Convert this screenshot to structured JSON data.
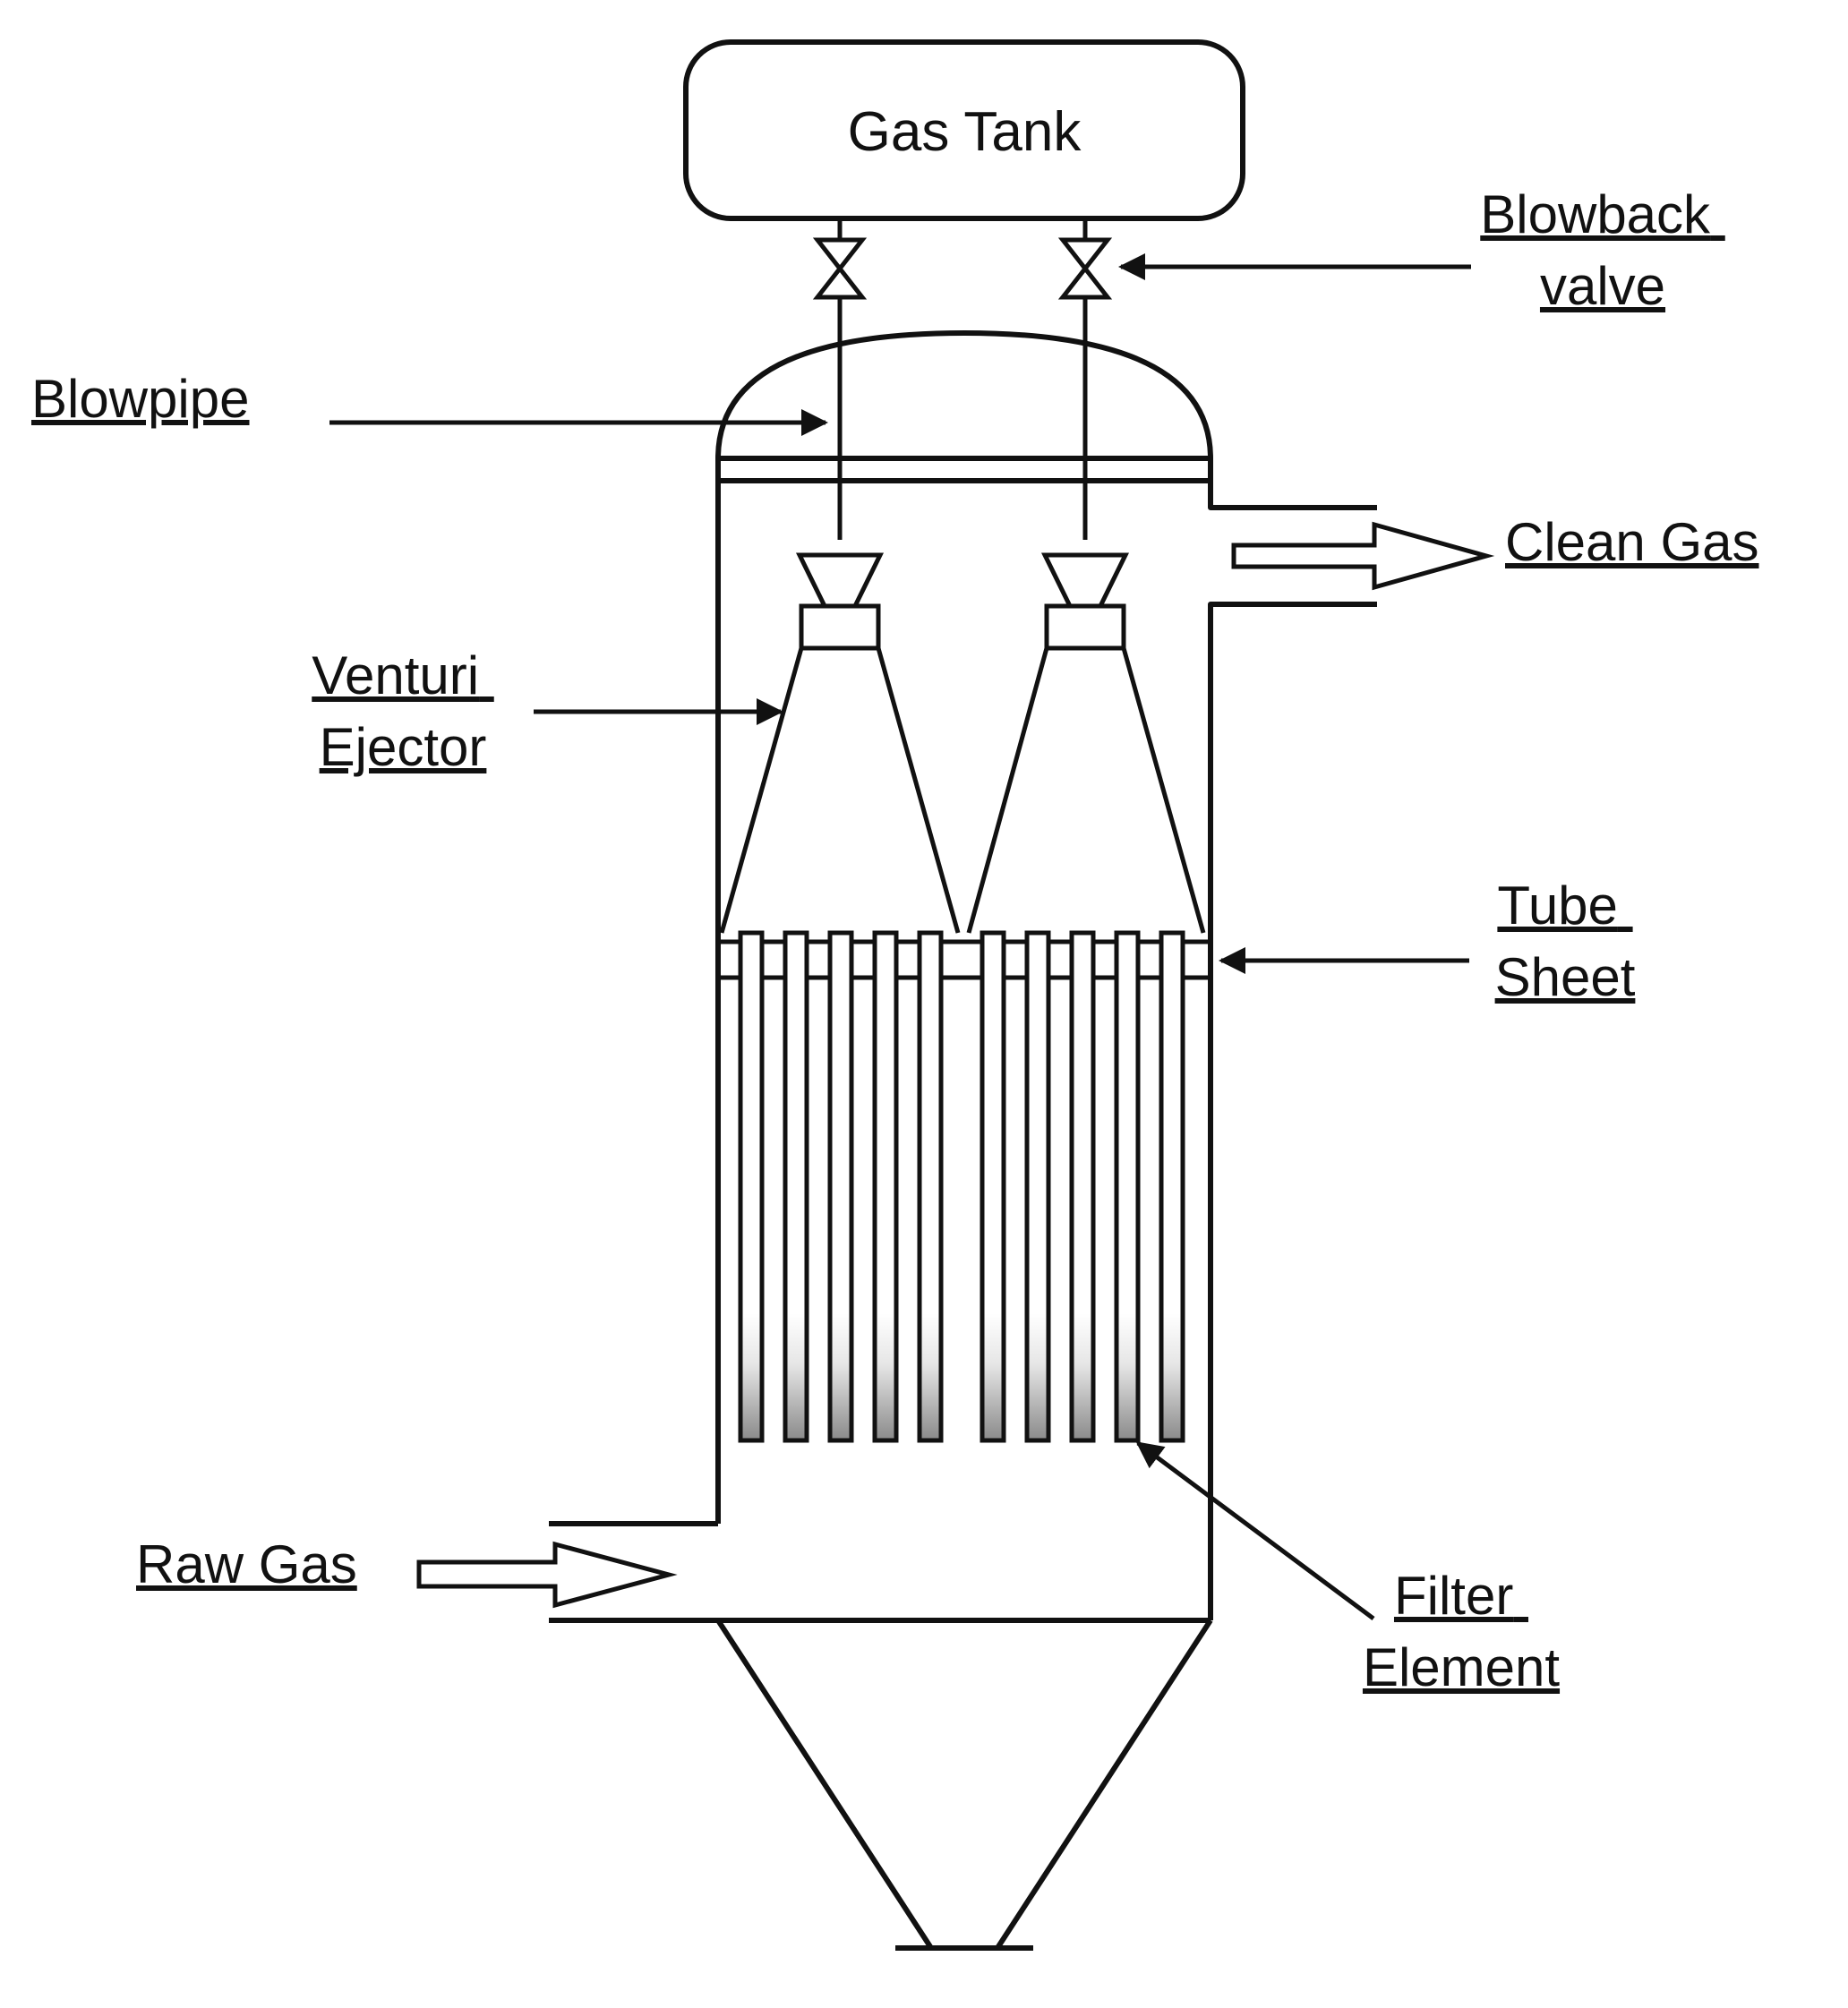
{
  "gas_tank": {
    "title": "Gas Tank"
  },
  "labels": {
    "blowback_line1": "Blowback",
    "blowback_line2": "valve",
    "blowpipe": "Blowpipe",
    "clean_gas": "Clean Gas",
    "venturi_line1": "Venturi",
    "venturi_line2": "Ejector",
    "tube_line1": "Tube",
    "tube_line2": "Sheet",
    "raw_gas": "Raw Gas",
    "filter_line1": "Filter",
    "filter_line2": "Element"
  },
  "colors": {
    "line": "#111111",
    "background": "#ffffff",
    "filter_shade": "#8a8a8a"
  }
}
